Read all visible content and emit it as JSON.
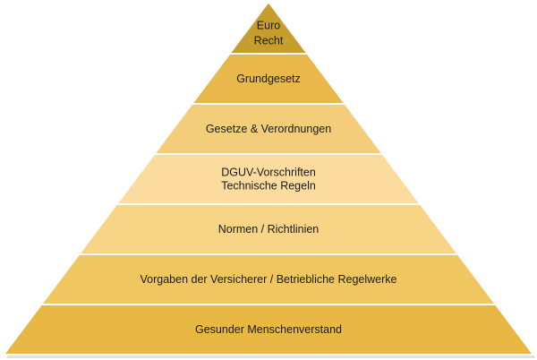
{
  "pyramid": {
    "layers": [
      {
        "lines": [
          "Euro",
          "Recht"
        ],
        "fill": "#c79d2c"
      },
      {
        "lines": [
          "Grundgesetz"
        ],
        "fill": "#e8b84a"
      },
      {
        "lines": [
          "Gesetze & Verordnungen"
        ],
        "fill": "#f4cd7a"
      },
      {
        "lines": [
          "DGUV-Vorschriften",
          "Technische Regeln"
        ],
        "fill": "#fcdc9e"
      },
      {
        "lines": [
          "Normen / Richtlinien"
        ],
        "fill": "#f8d486"
      },
      {
        "lines": [
          "Vorgaben der Versicherer / Betriebliche Regelwerke"
        ],
        "fill": "#f0c660"
      },
      {
        "lines": [
          "Gesunder Menschenverstand"
        ],
        "fill": "#e9b744"
      }
    ],
    "outline_color": "#ffffff",
    "shadow_color": "#c9c9c9"
  }
}
